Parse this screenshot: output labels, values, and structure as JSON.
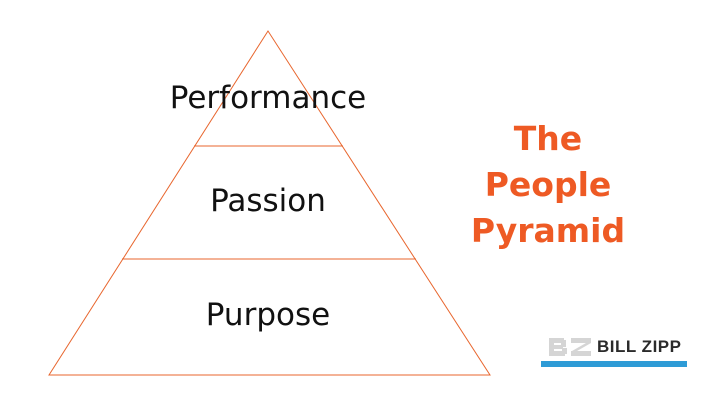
{
  "diagram": {
    "type": "pyramid",
    "levels": [
      {
        "label": "Performance",
        "position": "top"
      },
      {
        "label": "Passion",
        "position": "middle"
      },
      {
        "label": "Purpose",
        "position": "bottom"
      }
    ],
    "outline_color": "#e8662e"
  },
  "title": {
    "lines": [
      "The",
      "People",
      "Pyramid"
    ],
    "color": "#ee5a24"
  },
  "logo": {
    "text": "BILL ZIPP",
    "text_color": "#2b2b2b",
    "bar_color": "#2e9bd6",
    "mark_color": "#d5d5d5",
    "icon": "bz-monogram-icon"
  }
}
